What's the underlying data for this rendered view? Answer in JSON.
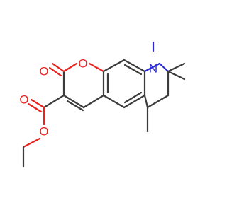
{
  "molecule": {
    "atoms": {
      "carbonyl_oxygen": "O",
      "ring_oxygen": "O",
      "ester_carbonyl_oxygen": "O",
      "ester_oxygen": "O",
      "nitrogen": "N"
    },
    "colors": {
      "bond": "#3c3c3c",
      "oxygen": "#e8231f",
      "nitrogen": "#2a2ad8",
      "background": "#ffffff"
    }
  }
}
